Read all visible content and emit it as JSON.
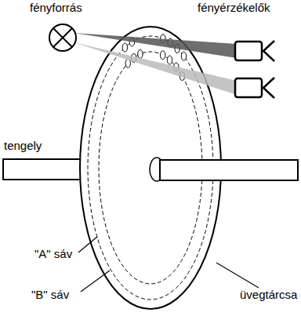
{
  "diagram": {
    "labels": [
      "fényforrás",
      "fényérzékelők",
      "tengely",
      "\"A\" sáv",
      "\"B\" sáv",
      "üvegtárcsa"
    ]
  }
}
